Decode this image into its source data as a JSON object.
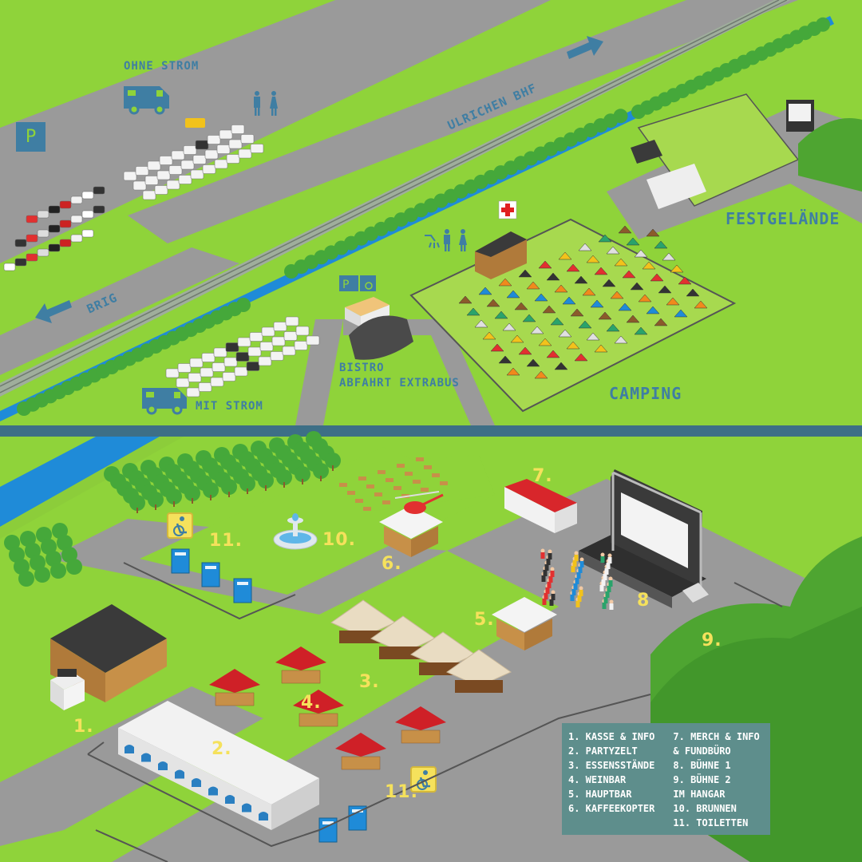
{
  "top_map": {
    "labels": {
      "ohne_strom": "OHNE STROM",
      "ulrichen_bhf": "ULRICHEN BHF",
      "festgelaende": "FESTGELÄNDE",
      "brig": "BRIG",
      "bistro": "BISTRO",
      "abfahrt_extrabus": "ABFAHRT EXTRABUS",
      "camping": "CAMPING",
      "mit_strom": "MIT STROM",
      "parking": "P"
    },
    "icons": [
      "camper-icon",
      "toilet-icon",
      "parking-icon",
      "first-aid-icon",
      "shower-icon",
      "wheelchair-parking-icon",
      "arrow-right-icon",
      "arrow-left-icon"
    ]
  },
  "bottom_map": {
    "numbers": {
      "n1": "1.",
      "n2": "2.",
      "n3": "3.",
      "n4": "4.",
      "n5": "5.",
      "n6": "6.",
      "n7": "7.",
      "n8": "8",
      "n9": "9.",
      "n10": "10.",
      "n11a": "11.",
      "n11b": "11."
    }
  },
  "legend": {
    "col1": [
      "1. KASSE & INFO",
      "2. PARTYZELT",
      "3. ESSENSSTÄNDE",
      "4. WEINBAR",
      "5. HAUPTBAR",
      "6.  KAFFEEKOPTER"
    ],
    "col2": [
      "7. MERCH & INFO",
      "& FUNDBÜRO",
      "8. BÜHNE 1",
      "9. BÜHNE 2",
      "IM HANGAR",
      "10. BRUNNEN",
      "11. TOILETTEN"
    ]
  },
  "colors": {
    "grass": "#8fd33a",
    "road": "#9a9a9a",
    "water": "#1f8bd8",
    "label_blue": "#3f7ea3",
    "number_yellow": "#f5e15c",
    "divider": "#3d6f86",
    "legend_bg": "#5e8e8c",
    "tree": "#45a83a"
  }
}
